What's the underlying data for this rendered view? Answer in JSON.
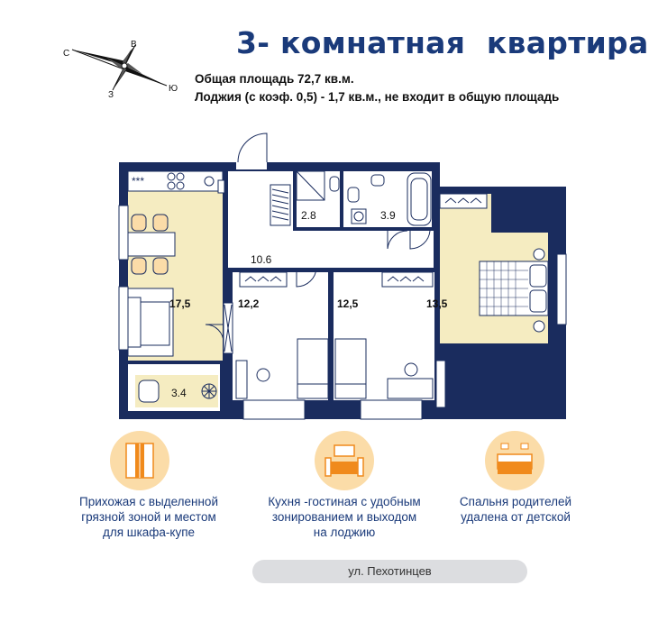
{
  "header": {
    "title": "3- комнатная  квартира",
    "total_area": "Общая площадь 72,7 кв.м.",
    "loggia_note": "Лоджия (с коэф. 0,5) - 1,7 кв.м., не входит в общую площадь"
  },
  "compass": {
    "north": "С",
    "east": "В",
    "south": "Ю",
    "west": "З"
  },
  "rooms": {
    "kitchen": "17,5",
    "loggia": "3.4",
    "hall": "10.6",
    "bathroom_1": "2.8",
    "bathroom_2": "3.9",
    "bedroom_1": "12,2",
    "bedroom_2": "12,5",
    "bedroom_3": "13,5"
  },
  "features": [
    {
      "text": "Прихожая с выделенной\nгрязной зоной  и местом\nдля шкафа-купе",
      "icon": "wardrobe-icon"
    },
    {
      "text": "Кухня -гостиная с удобным\nзонированием и выходом\nна лоджию",
      "icon": "sofa-icon"
    },
    {
      "text": "Спальня родителей\nудалена от детской",
      "icon": "bed-icon"
    }
  ],
  "street": "ул. Пехотинцев",
  "colors": {
    "wall": "#1a2c5e",
    "room_fill": "#f5ecc1",
    "title": "#1a3a7a",
    "icon_bg": "#fbdca8",
    "accent": "#f08a1c",
    "pill": "#dcdde0"
  }
}
